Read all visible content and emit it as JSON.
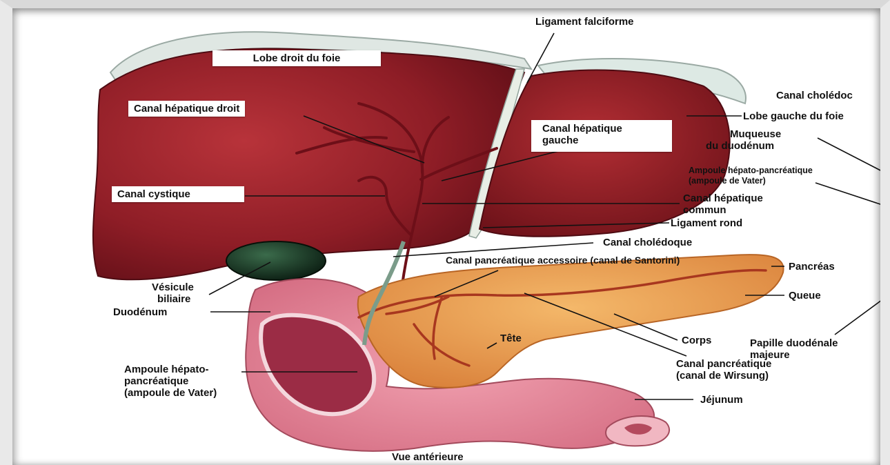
{
  "labels": {
    "ligament_falciforme": "Ligament falciforme",
    "lobe_droit": "Lobe droit du foie",
    "canal_choledoque_top": "Canal cholédoc",
    "canal_hepatique_droit": "Canal hépatique droit",
    "lobe_gauche": "Lobe gauche du foie",
    "canal_hepatique_gauche_1": "Canal hépatique",
    "canal_hepatique_gauche_2": "gauche",
    "muqueuse_1": "Muqueuse",
    "muqueuse_2": "du duodénum",
    "ampoule_right_1": "Ampoule hépato-pancréatique",
    "ampoule_right_2": "(ampoule de Vater)",
    "canal_cystique": "Canal cystique",
    "canal_hepatique_commun_1": "Canal hépatique",
    "canal_hepatique_commun_2": "commun",
    "ligament_rond": "Ligament rond",
    "canal_choledoque": "Canal cholédoque",
    "canal_santorini": "Canal pancréatique accessoire (canal de Santorini)",
    "pancreas": "Pancréas",
    "vesicule_1": "Vésicule",
    "vesicule_2": "biliaire",
    "queue": "Queue",
    "duodenum": "Duodénum",
    "tete": "Tête",
    "corps": "Corps",
    "papille_1": "Papille duodénale",
    "papille_2": "majeure",
    "canal_wirsung_1": "Canal pancréatique",
    "canal_wirsung_2": "(canal de Wirsung)",
    "ampoule_left_1": "Ampoule hépato-",
    "ampoule_left_2": "pancréatique",
    "ampoule_left_3": "(ampoule de Vater)",
    "jejunum": "Jéjunum",
    "vue": "Vue antérieure"
  }
}
